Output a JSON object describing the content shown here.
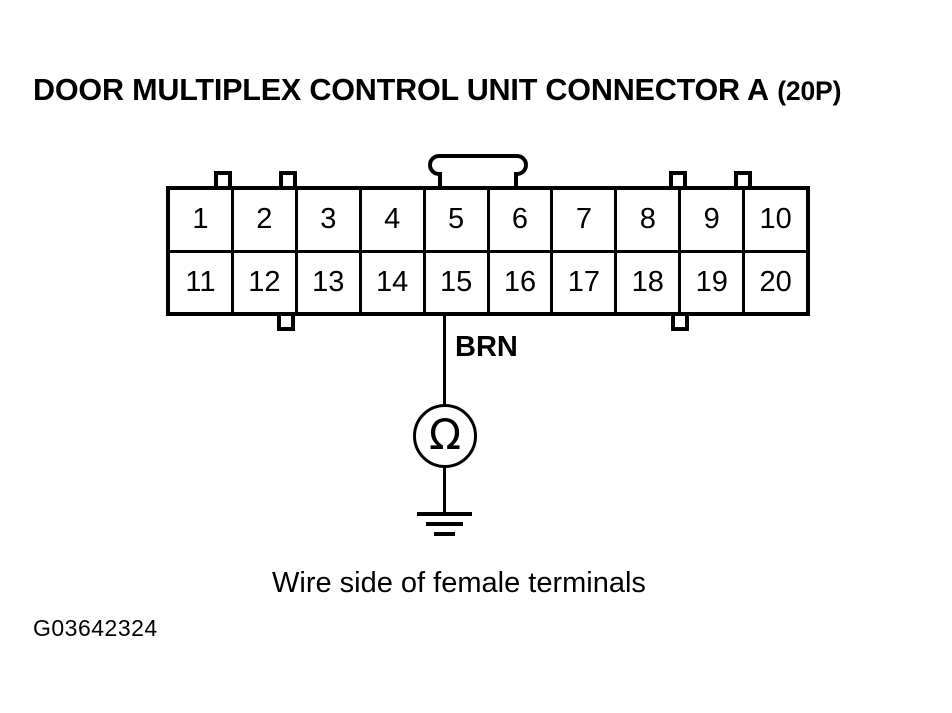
{
  "figure": {
    "title_main": "DOOR MULTIPLEX CONTROL UNIT CONNECTOR A",
    "title_suffix": "(20P)",
    "caption": "Wire side of female terminals",
    "figure_id": "G03642324",
    "ink_color": "#000000",
    "background_color": "#ffffff"
  },
  "connector": {
    "name": "DOOR MULTIPLEX CONTROL UNIT CONNECTOR A",
    "pin_count": "20P",
    "columns": 10,
    "rows": 2,
    "pins_top": [
      "1",
      "2",
      "3",
      "4",
      "5",
      "6",
      "7",
      "8",
      "9",
      "10"
    ],
    "pins_bottom": [
      "11",
      "12",
      "13",
      "14",
      "15",
      "16",
      "17",
      "18",
      "19",
      "20"
    ],
    "latch_label": "connector-latch",
    "tabs": [
      "top-left-1",
      "top-left-2",
      "top-right-1",
      "top-right-2",
      "bottom-left",
      "bottom-right"
    ]
  },
  "measurement": {
    "probe_pin": "15",
    "wire_color_code": "BRN",
    "meter_symbol": "Ω",
    "meter_type": "ohmmeter",
    "ground_symbol": "earth-ground"
  }
}
